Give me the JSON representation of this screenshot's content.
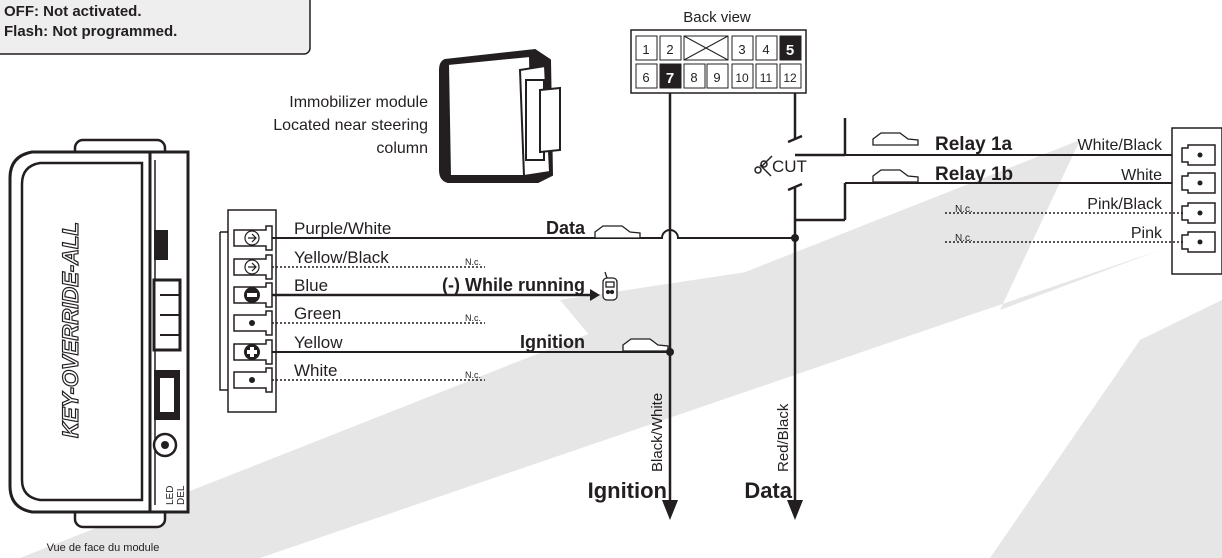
{
  "status_box": {
    "line1": "OFF: Not activated.",
    "line2": "Flash: Not programmed."
  },
  "connector": {
    "title": "Back view",
    "top_pins": [
      "1",
      "2",
      "3",
      "4",
      "5"
    ],
    "bottom_pins": [
      "6",
      "7",
      "8",
      "9",
      "10",
      "11",
      "12"
    ]
  },
  "immobilizer": {
    "line1": "Immobilizer module",
    "line2": "Located near steering",
    "line3": "column"
  },
  "module": {
    "brand": "KEY-OVERRIDE-ALL",
    "led_1": "LED",
    "led_2": "DEL",
    "caption": "Vue de face du module"
  },
  "wires": [
    {
      "color": "Purple/White",
      "function": "Data",
      "nc": ""
    },
    {
      "color": "Yellow/Black",
      "function": "",
      "nc": "N.c."
    },
    {
      "color": "Blue",
      "function": "(-) While running",
      "nc": ""
    },
    {
      "color": "Green",
      "function": "",
      "nc": "N.c."
    },
    {
      "color": "Yellow",
      "function": "Ignition",
      "nc": ""
    },
    {
      "color": "White",
      "function": "",
      "nc": "N.c."
    }
  ],
  "relays": [
    {
      "label": "Relay 1a",
      "color": "White/Black",
      "nc": ""
    },
    {
      "label": "Relay 1b",
      "color": "White",
      "nc": ""
    },
    {
      "label": "",
      "color": "Pink/Black",
      "nc": "N.c."
    },
    {
      "label": "",
      "color": "Pink",
      "nc": "N.c."
    }
  ],
  "cut_label": "CUT",
  "vertical": {
    "left_wire": "Black/White",
    "left_label": "Ignition",
    "right_wire": "Red/Black",
    "right_label": "Data"
  },
  "colors": {
    "ink": "#231f20",
    "watermark": "#e6e6e6",
    "box": "#eeeeee",
    "pin_fill": "#231f20"
  }
}
